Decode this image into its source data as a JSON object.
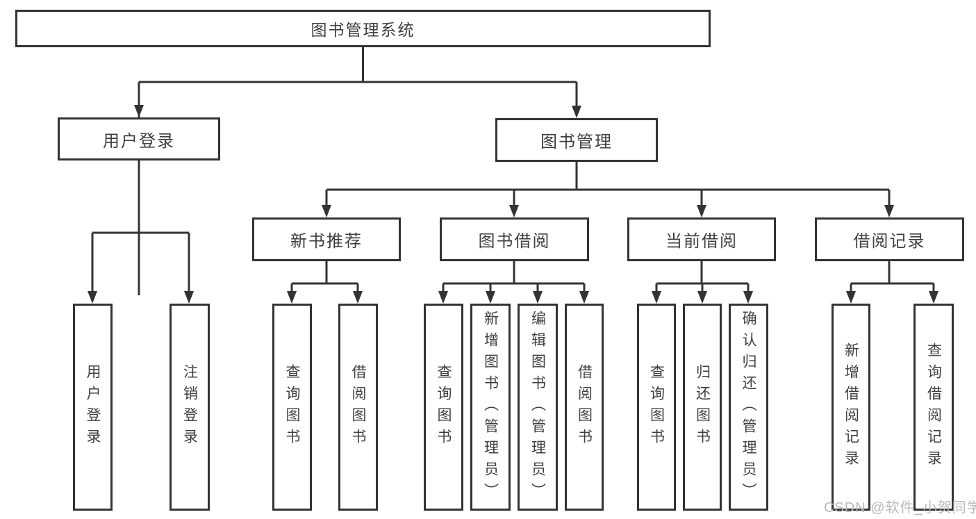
{
  "tree": {
    "root": "图书管理系统",
    "user_login": {
      "label": "用户登录",
      "children": [
        "用户登录",
        "注销登录"
      ]
    },
    "book_management": {
      "label": "图书管理",
      "modules": [
        {
          "label": "新书推荐",
          "children": [
            "查询图书",
            "借阅图书"
          ]
        },
        {
          "label": "图书借阅",
          "children": [
            "查询图书",
            "新增图书（管理员）",
            "编辑图书（管理员）",
            "借阅图书"
          ]
        },
        {
          "label": "当前借阅",
          "children": [
            "查询图书",
            "归还图书",
            "确认归还（管理员）"
          ]
        },
        {
          "label": "借阅记录",
          "children": [
            "新增借阅记录",
            "查询借阅记录"
          ]
        }
      ]
    }
  },
  "watermark": "CSDN @软件_小贺同学",
  "colors": {
    "line": "#333333",
    "box_border": "#333333",
    "text": "#3f3f3f",
    "watermark": "#b9b9b9",
    "background": "#ffffff"
  }
}
